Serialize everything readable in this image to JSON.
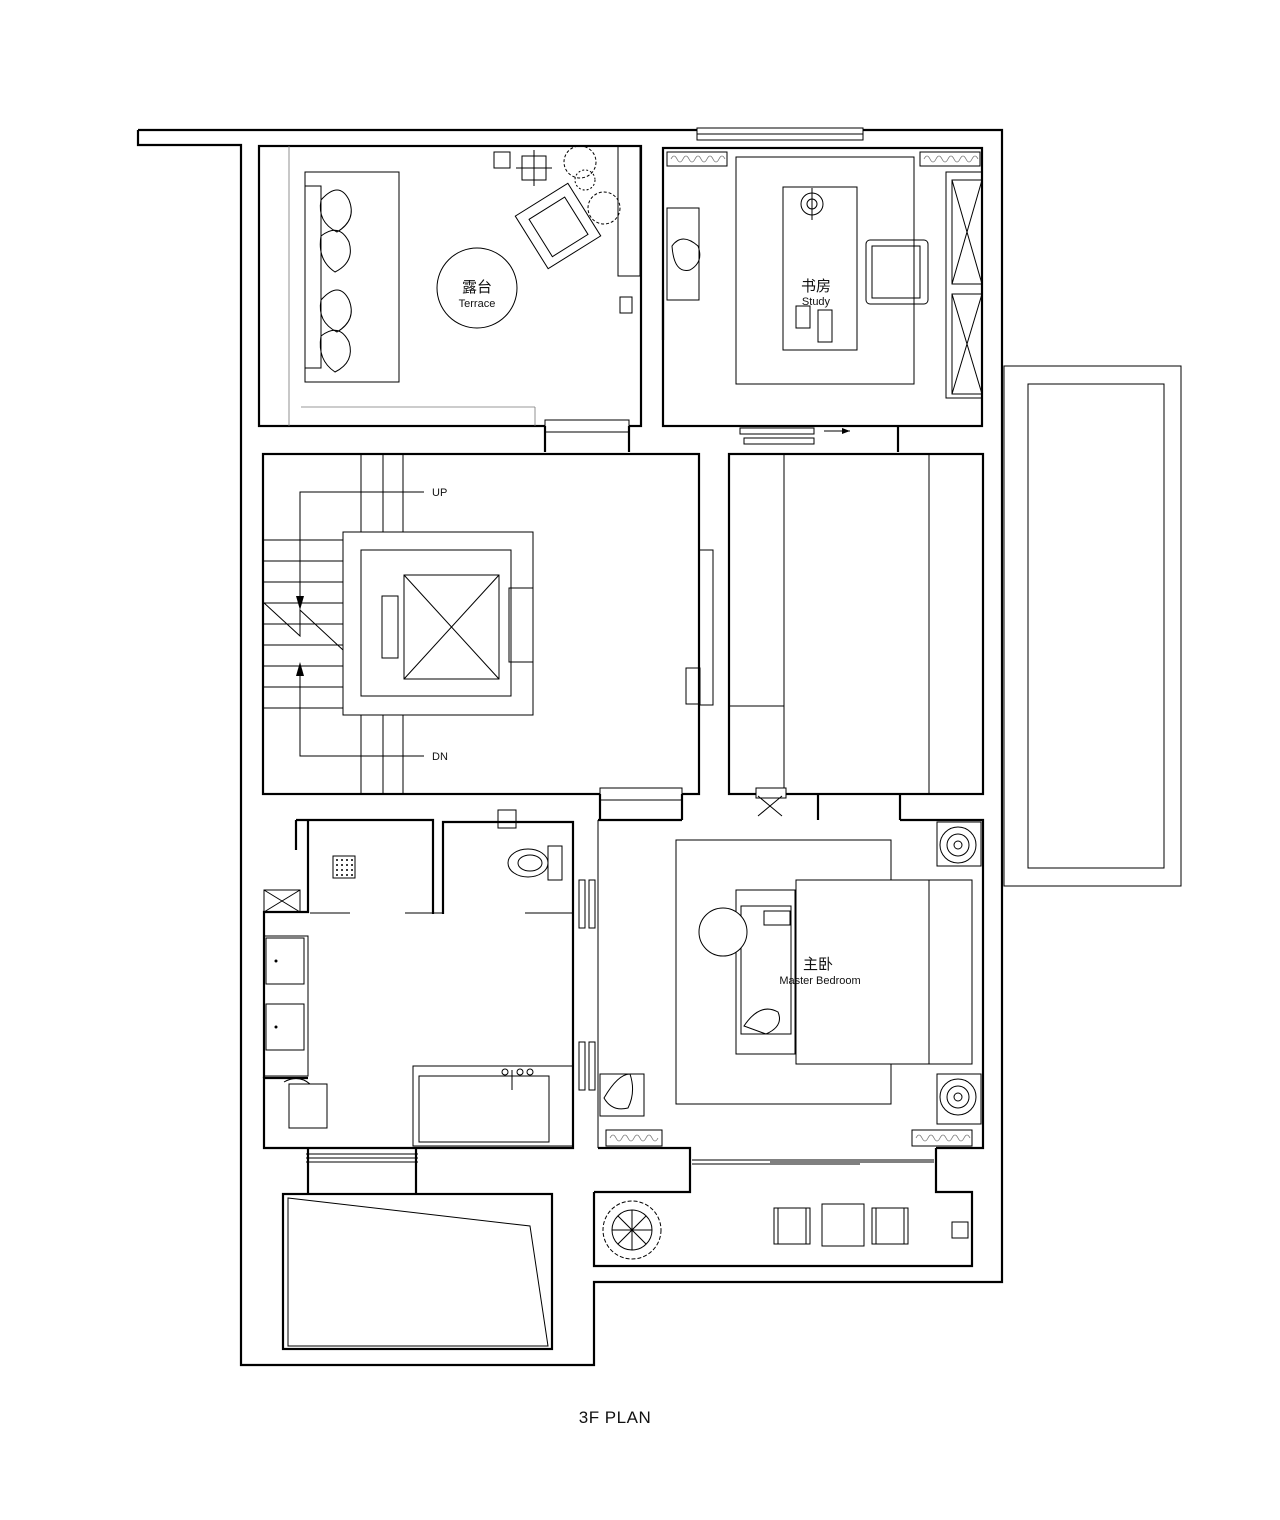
{
  "title": "3F PLAN",
  "rooms": {
    "terrace": {
      "name_cn": "露台",
      "name_en": "Terrace"
    },
    "study": {
      "name_cn": "书房",
      "name_en": "Study"
    },
    "master_bedroom": {
      "name_cn": "主卧",
      "name_en": "Master Bedroom"
    }
  },
  "stair": {
    "up_label": "UP",
    "down_label": "DN"
  }
}
